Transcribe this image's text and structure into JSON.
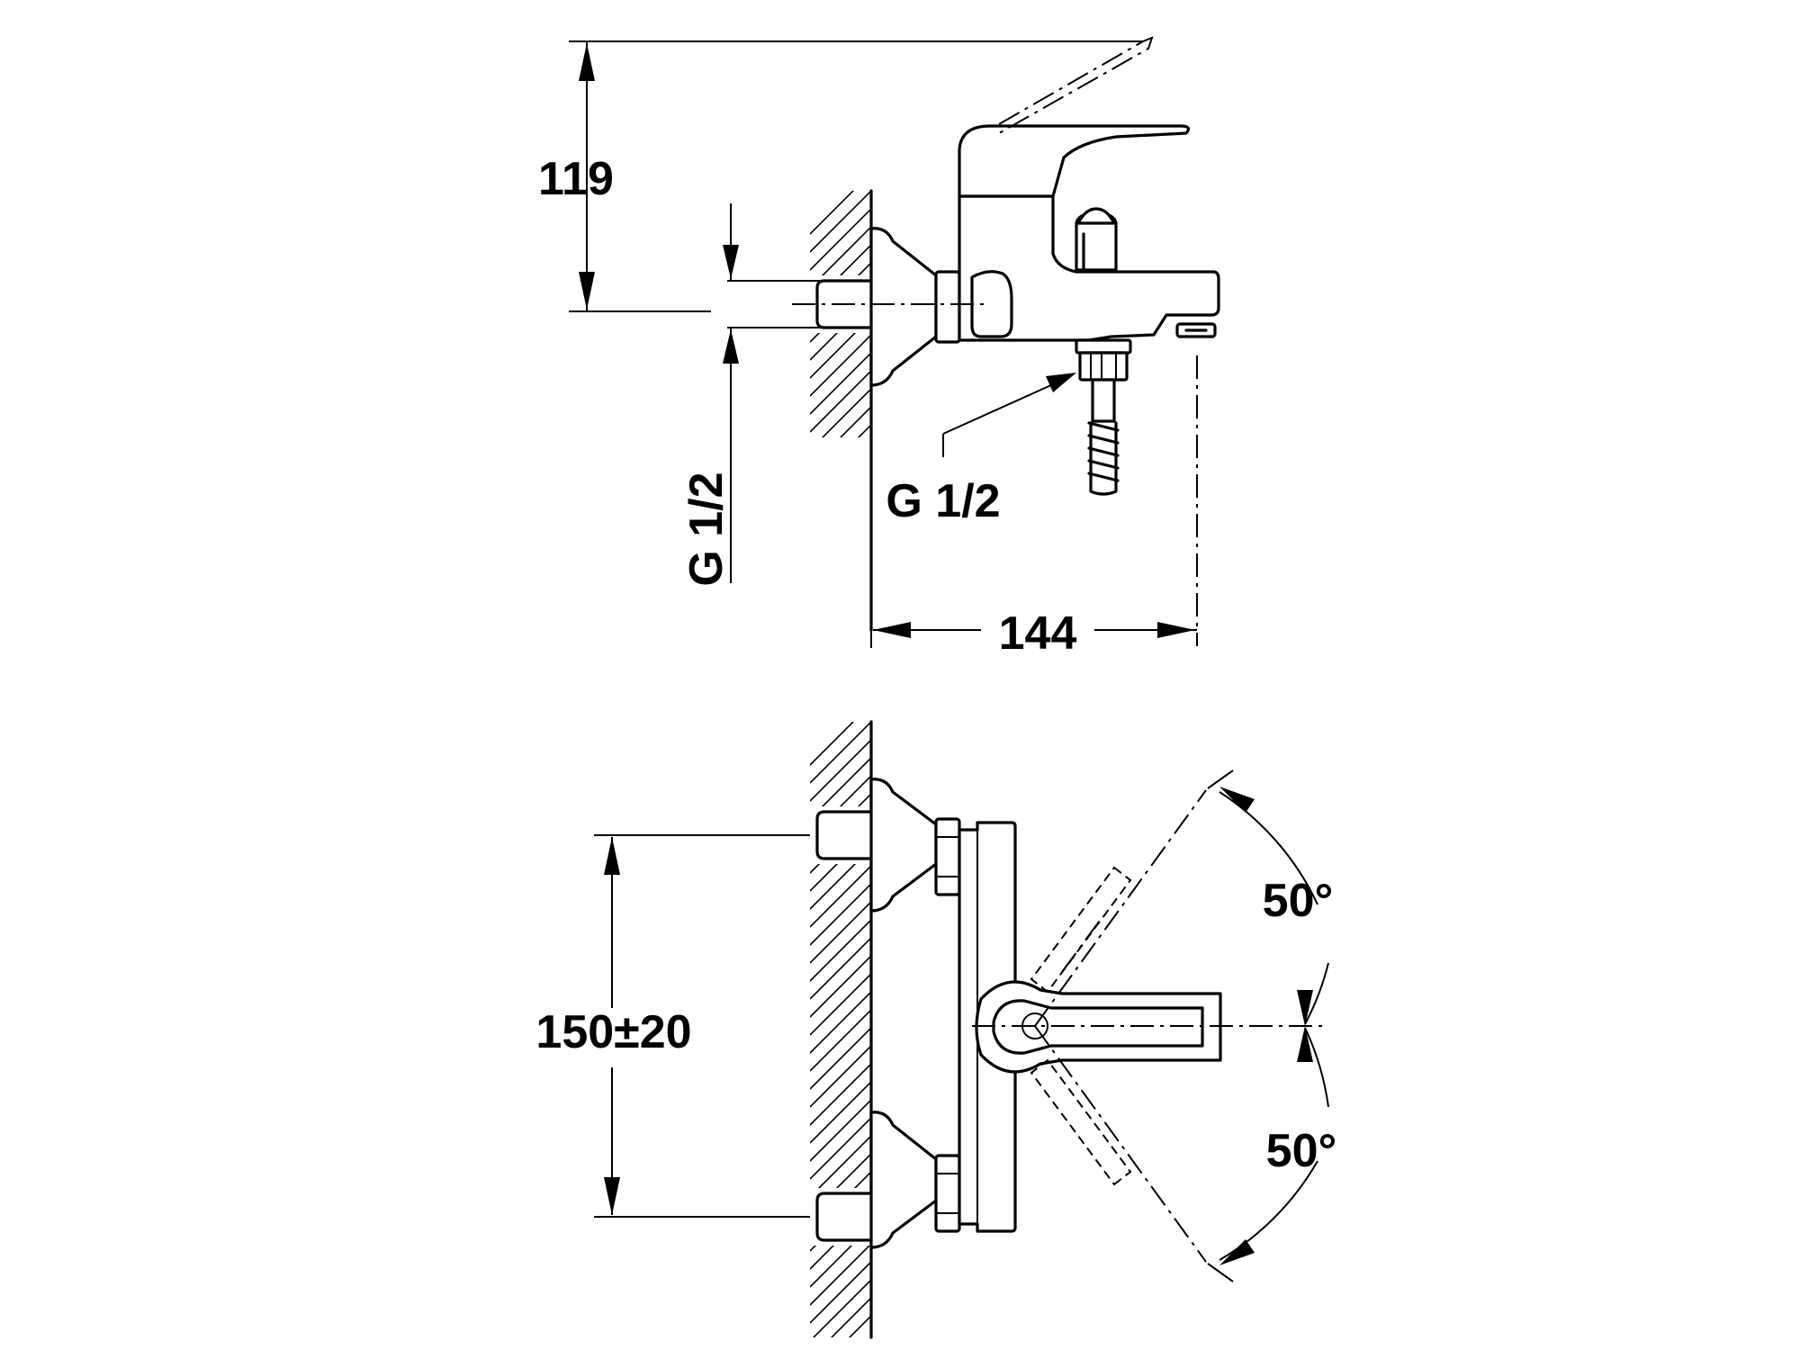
{
  "side_view": {
    "height_label": "119",
    "inlet_thread_label": "G 1/2",
    "outlet_thread_label": "G 1/2",
    "depth_label": "144"
  },
  "top_view": {
    "spacing_label": "150±20",
    "angle_upper_label": "50°",
    "angle_lower_label": "50°"
  }
}
